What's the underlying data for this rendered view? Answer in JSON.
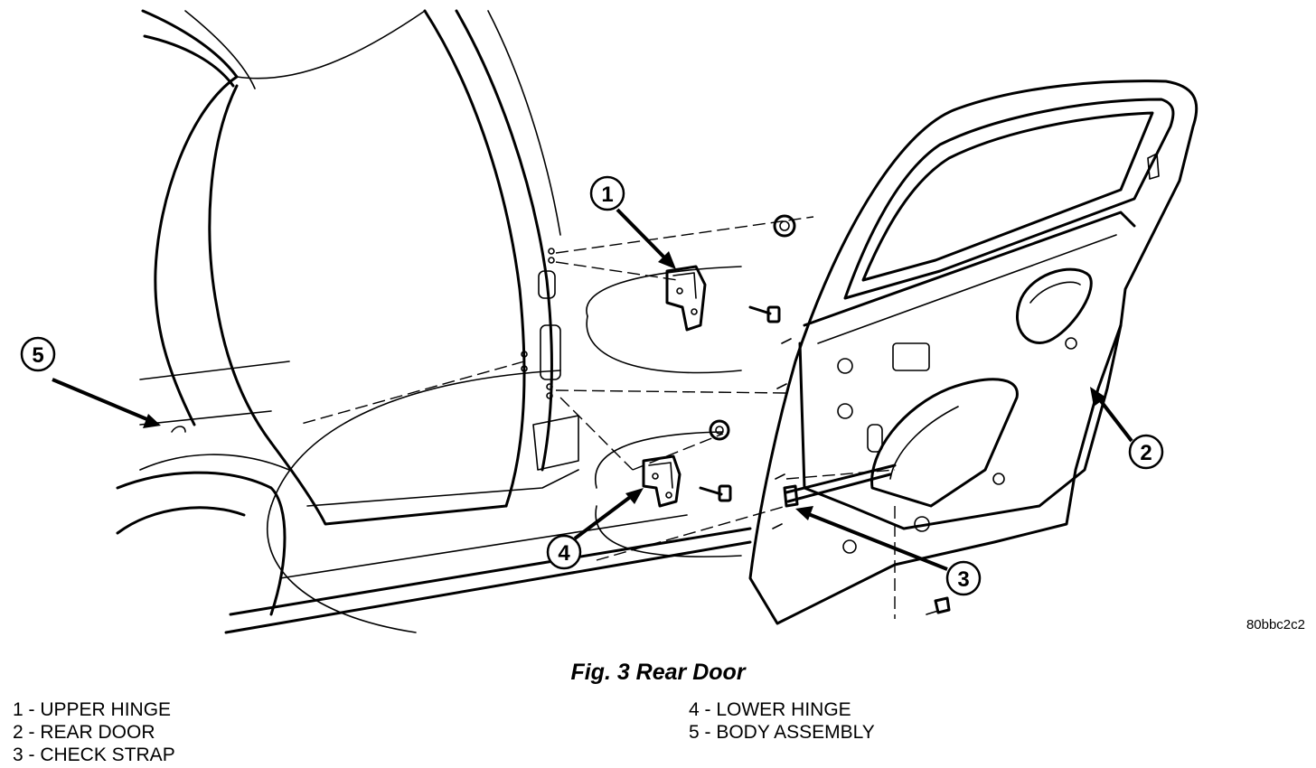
{
  "figure": {
    "code": "80bbc2c2",
    "caption": "Fig. 3 Rear Door"
  },
  "callouts": [
    "1",
    "2",
    "3",
    "4",
    "5"
  ],
  "legend": {
    "left": [
      "1 - UPPER HINGE",
      "2 - REAR DOOR",
      "3 - CHECK STRAP"
    ],
    "right": [
      "4 - LOWER HINGE",
      "5 - BODY ASSEMBLY"
    ]
  }
}
